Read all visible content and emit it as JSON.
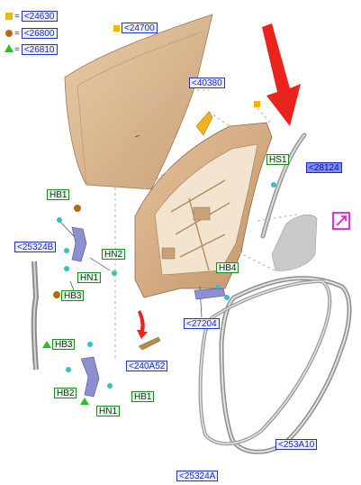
{
  "legend": [
    {
      "symbol": "square",
      "color": "#f5b400",
      "code": "<24630"
    },
    {
      "symbol": "circle",
      "color": "#b06a1a",
      "code": "<26800"
    },
    {
      "symbol": "triangle",
      "color": "#22c422",
      "code": "<26810"
    }
  ],
  "legend_eq": "=",
  "callouts": {
    "c24700": "<24700",
    "c40380": "<40380",
    "c28124": "<28124",
    "hs1": "HS1",
    "hb1": "HB1",
    "c25324b": "<25324B",
    "hn1_top": "HN1",
    "hn2": "HN2",
    "hb3_top": "HB3",
    "hb4": "HB4",
    "c27204": "<27204",
    "hb3_bottom": "HB3",
    "c240a52": "<240A52",
    "hb2": "HB2",
    "hb1_bottom": "HB1",
    "hn1_bottom": "HN1",
    "c253a10": "<253A10",
    "c25324a": "<25324A"
  },
  "colors": {
    "door_skin": "#e0be96",
    "door_inner": "#d9b38a",
    "seal": "#9a9a9a",
    "arrow": "#e8241c",
    "bracket": "#8d8fd0",
    "hardware": "#33c1c7",
    "moulding": "#f0b020"
  },
  "icons": [
    "link-arrow-icon"
  ]
}
